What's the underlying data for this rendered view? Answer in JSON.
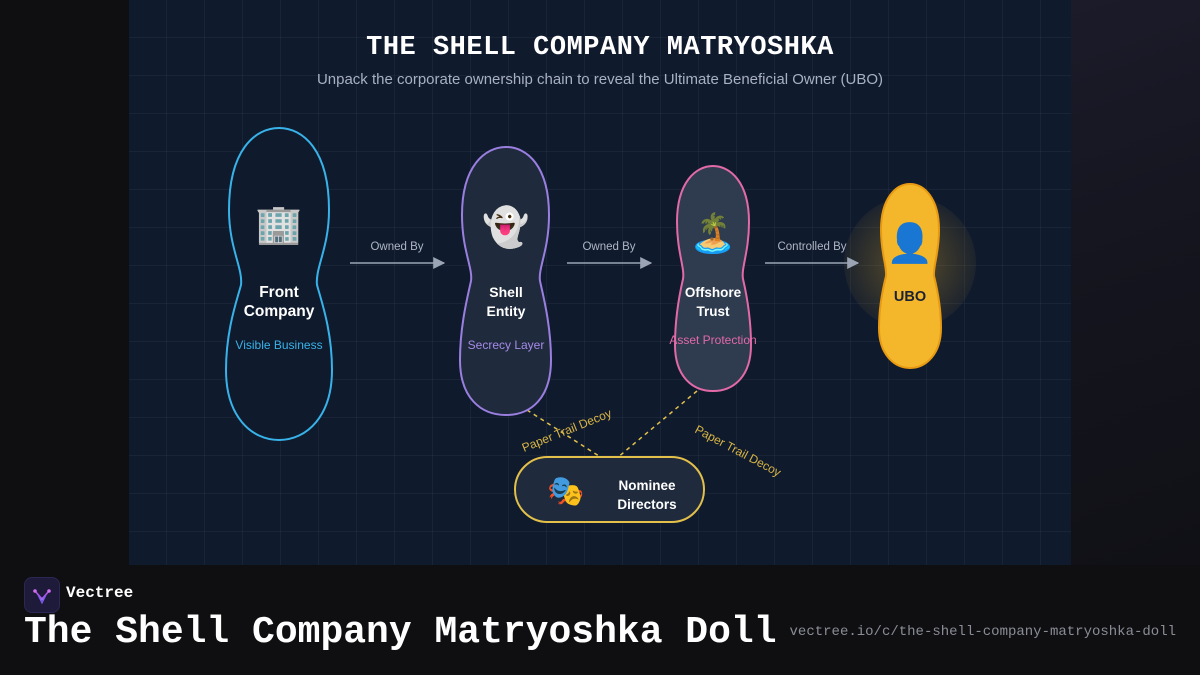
{
  "diagram": {
    "title": "THE SHELL COMPANY MATRYOSHKA",
    "subtitle": "Unpack the corporate ownership chain to reveal the Ultimate Beneficial Owner (UBO)",
    "nodes": [
      {
        "id": "front",
        "icon": "building-icon",
        "glyph": "🏢",
        "label_lines": [
          "Front",
          "Company"
        ],
        "tag": "Visible Business",
        "color": "#38b2e8"
      },
      {
        "id": "shell",
        "icon": "ghost-icon",
        "glyph": "👻",
        "label_lines": [
          "Shell",
          "Entity"
        ],
        "tag": "Secrecy Layer",
        "color": "#9a7fe0"
      },
      {
        "id": "offshore",
        "icon": "island-icon",
        "glyph": "🏝️",
        "label_lines": [
          "Offshore",
          "Trust"
        ],
        "tag": "Asset Protection",
        "color": "#e26aa8"
      },
      {
        "id": "ubo",
        "icon": "person-icon",
        "glyph": "👤",
        "label_lines": [
          "UBO"
        ],
        "tag": "",
        "color": "#f4b62a"
      }
    ],
    "edges": [
      {
        "from": "front",
        "to": "shell",
        "label": "Owned By"
      },
      {
        "from": "shell",
        "to": "offshore",
        "label": "Owned By"
      },
      {
        "from": "offshore",
        "to": "ubo",
        "label": "Controlled By"
      }
    ],
    "decoy": {
      "icon": "theater-masks-icon",
      "glyph": "🎭",
      "label_lines": [
        "Nominee",
        "Directors"
      ],
      "color": "#e2c04a",
      "link_labels": [
        "Paper Trail Decoy",
        "Paper Trail Decoy"
      ]
    }
  },
  "footer": {
    "brand": "Vectree",
    "title": "The Shell Company Matryoshka Doll",
    "url": "vectree.io/c/the-shell-company-matryoshka-doll"
  }
}
